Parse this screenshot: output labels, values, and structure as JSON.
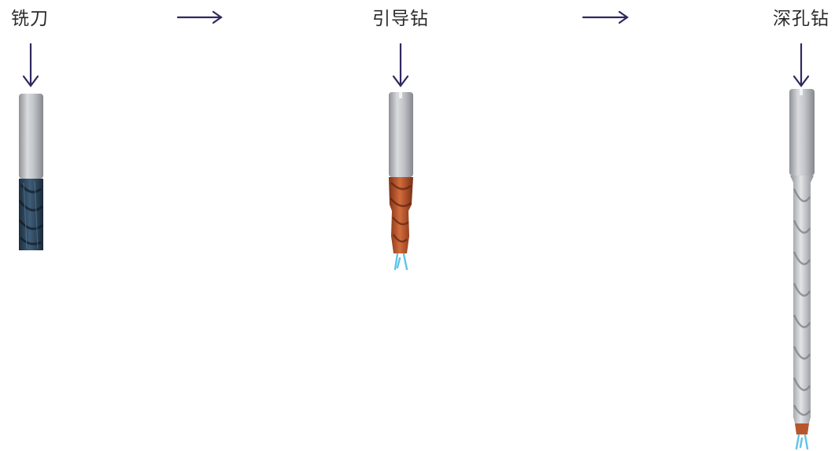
{
  "steps": [
    {
      "label": "铣刀",
      "tool": "end-mill",
      "coating": "dark-blue"
    },
    {
      "label": "引导钻",
      "tool": "pilot-drill",
      "coating": "copper"
    },
    {
      "label": "深孔钻",
      "tool": "deep-hole-drill",
      "coating": "silver"
    }
  ],
  "colors": {
    "arrow": "#2e2a5e",
    "shank": "#b9bcc0",
    "end_mill_body": "#2f4a63",
    "pilot_body": "#b8552c",
    "deep_body": "#c9cbce",
    "deep_tip": "#b8552c",
    "coolant": "#5fc4e8"
  },
  "icons": [
    "arrow-right-icon",
    "arrow-down-icon"
  ]
}
